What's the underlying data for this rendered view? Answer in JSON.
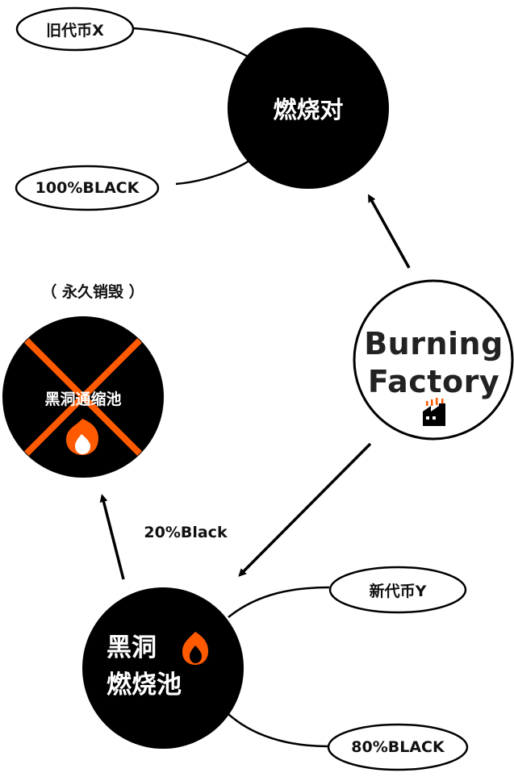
{
  "nodes": {
    "old_coin": "旧代币X",
    "hundred_black": "100%BLACK",
    "burn_pair": "燃烧对",
    "permanent_note": "（ 永久销毁 ）",
    "blackhole_pool": "黑洞通缩池",
    "factory_line1": "Burning",
    "factory_line2": "Factory",
    "edge_20": "20%Black",
    "new_coin": "新代币Y",
    "burn_pool_line1": "黑洞",
    "burn_pool_line2": "燃烧池",
    "eighty_black": "80%BLACK"
  },
  "colors": {
    "black": "#000000",
    "orange": "#ff5a00",
    "white": "#ffffff"
  }
}
